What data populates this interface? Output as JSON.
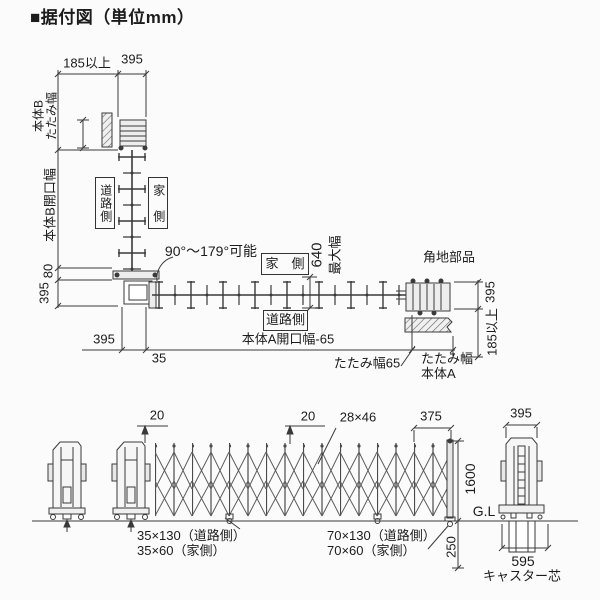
{
  "title": "■据付図（単位mm）",
  "plan_view": {
    "top": {
      "d185": "185以上",
      "d395": "395"
    },
    "left": {
      "body_b_fold": "本体B\nたたみ幅",
      "body_b_opening": "本体B開口幅",
      "d80": "80",
      "d395": "395"
    },
    "labels": {
      "angle": "90°〜179°可能",
      "road_side_vertical": "道路側",
      "house_side_vertical": "家　側",
      "house_side": "家　側",
      "road_side": "道路側",
      "d640": "640",
      "max_width": "最大幅",
      "corner_parts": "角地部品"
    },
    "right": {
      "d395": "395",
      "d185": "185以上",
      "fold_width_body_a": "たたみ幅\n本体A"
    },
    "bottom": {
      "d395": "395",
      "d35": "35",
      "body_a_opening": "本体A開口幅-65",
      "fold65": "たたみ幅65"
    }
  },
  "elevation_view": {
    "top": {
      "d20_left": "20",
      "d20_mid": "20",
      "d28x46": "28×46",
      "d375": "375",
      "d395": "395"
    },
    "right": {
      "d1600": "1600",
      "gl": "G.L",
      "d250": "250",
      "d595": "595",
      "caster_core": "キャスター芯"
    },
    "notes": {
      "caster_left": "35×130（道路側）\n35×60（家側）",
      "caster_right": "70×130（道路側）\n70×60（家側）"
    }
  },
  "colors": {
    "line": "#3a3a3a",
    "background": "#fbfbfb",
    "text": "#1c1c1c"
  }
}
